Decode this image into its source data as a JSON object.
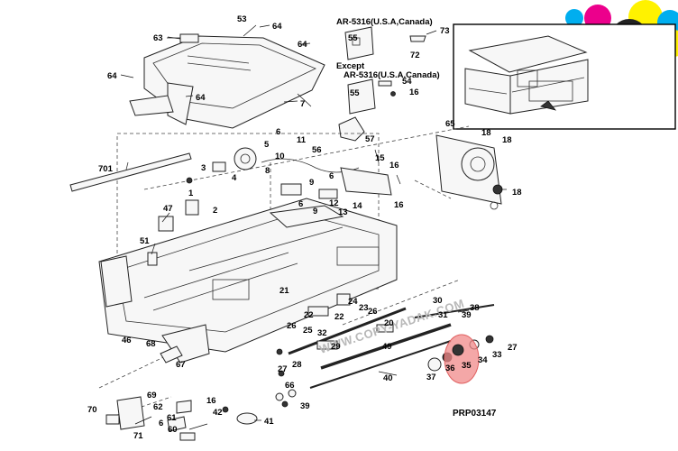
{
  "diagram": {
    "ref_code": "PRP03147",
    "watermark": "WWW.COPY-YADAK.COM",
    "note_1": "AR-5316(U.S.A,Canada)",
    "note_2_except": "Except",
    "note_2": "AR-5316(U.S.A,Canada)",
    "highlight_color": "#f08a8a",
    "part_labels": {
      "p53": "53",
      "p64a": "64",
      "p63": "63",
      "p64b": "64",
      "p64c": "64",
      "p64d": "64",
      "p7": "7",
      "p55a": "55",
      "p73": "73",
      "p72": "72",
      "p54": "54",
      "p55b": "55",
      "p16a": "16",
      "p56": "56",
      "p57": "57",
      "p701": "701",
      "p6a": "6",
      "p5": "5",
      "p11": "11",
      "p10": "10",
      "p3": "3",
      "p4": "4",
      "p1": "1",
      "p2": "2",
      "p8": "8",
      "p6b": "6",
      "p9a": "9",
      "p6c": "6",
      "p9b": "9",
      "p12": "12",
      "p13": "13",
      "p14": "14",
      "p15": "15",
      "p16b": "16",
      "p16c": "16",
      "p65": "65",
      "p18a": "18",
      "p18b": "18",
      "p18c": "18",
      "p47": "47",
      "p51": "51",
      "p21": "21",
      "p24": "24",
      "p23": "23",
      "p22a": "22",
      "p22b": "22",
      "p26a": "26",
      "p26b": "26",
      "p25": "25",
      "p30": "30",
      "p20": "20",
      "p31": "31",
      "p38": "38",
      "p39a": "39",
      "p32": "32",
      "p29": "29",
      "p49": "49",
      "p46": "46",
      "p68": "68",
      "p67": "67",
      "p27a": "27",
      "p28": "28",
      "p40": "40",
      "p37": "37",
      "p36": "36",
      "p35": "35",
      "p34": "34",
      "p33": "33",
      "p27b": "27",
      "p66": "66",
      "p39b": "39",
      "p69": "69",
      "p16d": "16",
      "p62": "62",
      "p70": "70",
      "p6d": "6",
      "p61": "61",
      "p42": "42",
      "p41": "41",
      "p60": "60",
      "p71": "71"
    },
    "logo_colors": [
      "#00aeef",
      "#ec008c",
      "#fff200",
      "#222222"
    ]
  }
}
